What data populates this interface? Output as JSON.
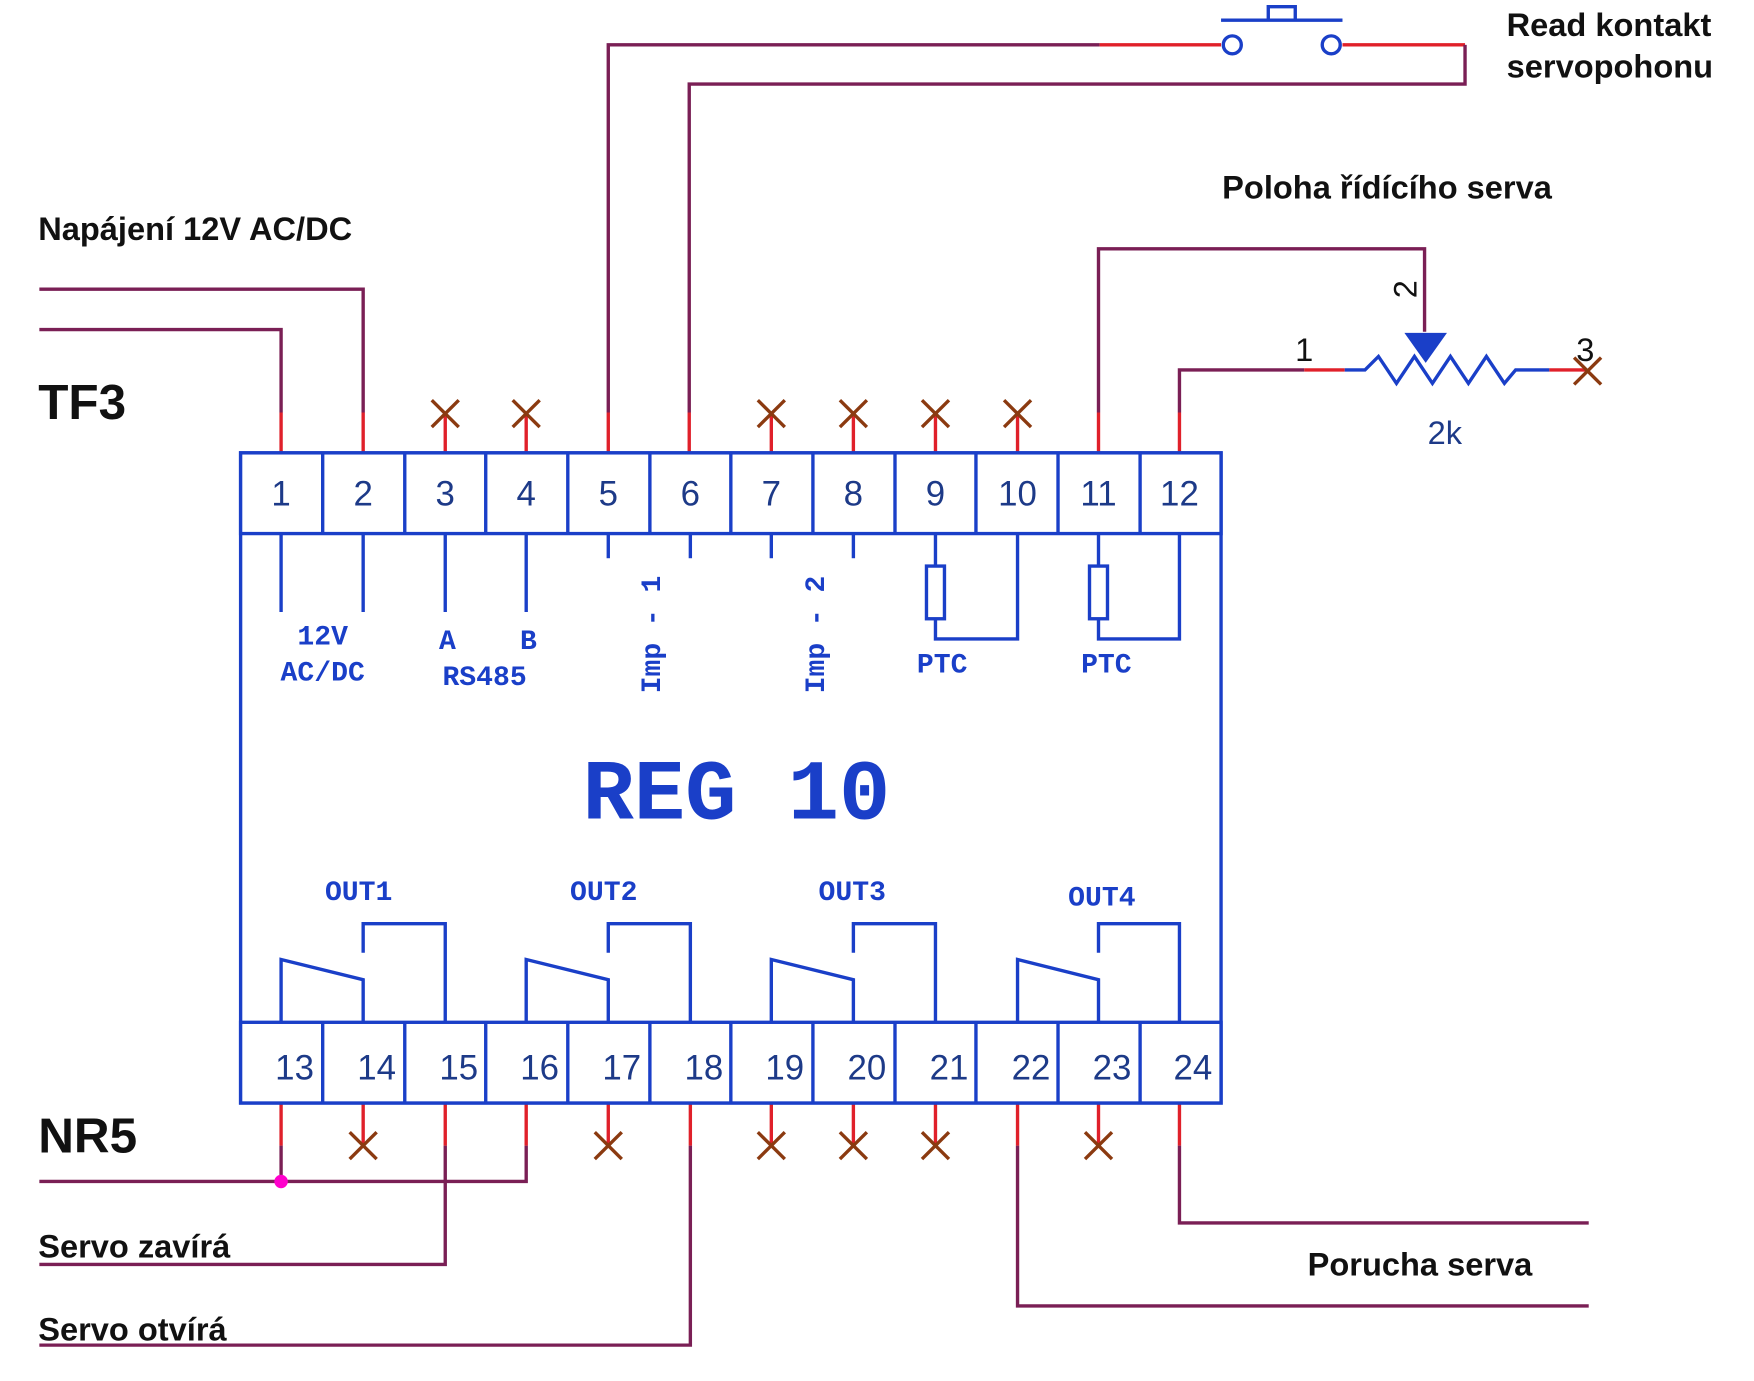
{
  "device": {
    "name": "REG 10",
    "top_terminals": [
      "1",
      "2",
      "3",
      "4",
      "5",
      "6",
      "7",
      "8",
      "9",
      "10",
      "11",
      "12"
    ],
    "bottom_terminals": [
      "13",
      "14",
      "15",
      "16",
      "17",
      "18",
      "19",
      "20",
      "21",
      "22",
      "23",
      "24"
    ]
  },
  "internal_labels": {
    "power_line1": "12V",
    "power_line2": "AC/DC",
    "rs485_a": "A",
    "rs485_b": "B",
    "rs485": "RS485",
    "imp1": "Imp - 1",
    "imp2": "Imp - 2",
    "ptc1": "PTC",
    "ptc2": "PTC"
  },
  "outputs": [
    "OUT1",
    "OUT2",
    "OUT3",
    "OUT4"
  ],
  "external_labels": {
    "power_supply": "Napájení 12V AC/DC",
    "tf3": "TF3",
    "nr5": "NR5",
    "servo_closes": "Servo zavírá",
    "servo_opens": "Servo otvírá",
    "servo_fault": "Porucha serva",
    "read_contact_line1": "Read kontakt",
    "read_contact_line2": "servopohonu",
    "servo_position": "Poloha řídícího serva",
    "pot_pin1": "1",
    "pot_pin2": "2",
    "pot_pin3": "3",
    "pot_value": "2k"
  },
  "colors": {
    "wire": "#7a1f55",
    "terminal_stub": "#e0202a",
    "device_outline": "#1a3fc8",
    "unused_marker": "#8b3a10",
    "junction": "#ff00cc"
  }
}
